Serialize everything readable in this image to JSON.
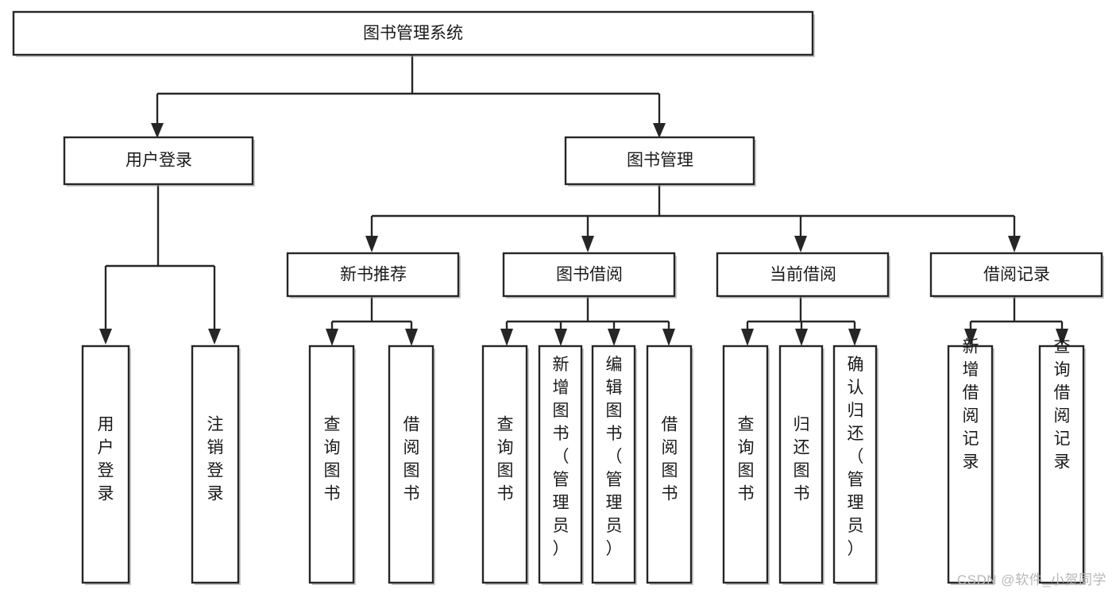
{
  "diagram": {
    "title": "图书管理系统",
    "type": "tree-hierarchy",
    "background_color": "#ffffff",
    "line_color": "#262626",
    "box_fill": "#ffffff",
    "nodes": {
      "root": {
        "label": "图书管理系统"
      },
      "level1": [
        {
          "id": "user-login",
          "label": "用户登录"
        },
        {
          "id": "book-management",
          "label": "图书管理"
        }
      ],
      "level2": [
        {
          "id": "new-book-recommend",
          "label": "新书推荐"
        },
        {
          "id": "book-borrow",
          "label": "图书借阅"
        },
        {
          "id": "current-borrow",
          "label": "当前借阅"
        },
        {
          "id": "borrow-record",
          "label": "借阅记录"
        }
      ],
      "leaves": {
        "user-login": [
          {
            "id": "leaf-user-login",
            "label": "用户登录"
          },
          {
            "id": "leaf-user-logout",
            "label": "注销登录"
          }
        ],
        "new-book-recommend": [
          {
            "id": "leaf-query-book-1",
            "label": "查询图书"
          },
          {
            "id": "leaf-borrow-book-1",
            "label": "借阅图书"
          }
        ],
        "book-borrow": [
          {
            "id": "leaf-query-book-2",
            "label": "查询图书"
          },
          {
            "id": "leaf-add-book",
            "label": "新增图书（管理员）"
          },
          {
            "id": "leaf-edit-book",
            "label": "编辑图书（管理员）"
          },
          {
            "id": "leaf-borrow-book-2",
            "label": "借阅图书"
          }
        ],
        "current-borrow": [
          {
            "id": "leaf-query-book-3",
            "label": "查询图书"
          },
          {
            "id": "leaf-return-book",
            "label": "归还图书"
          },
          {
            "id": "leaf-confirm-return",
            "label": "确认归还（管理员）"
          }
        ],
        "borrow-record": [
          {
            "id": "leaf-add-record",
            "label": "新增借阅记录"
          },
          {
            "id": "leaf-query-record",
            "label": "查询借阅记录"
          }
        ]
      }
    }
  },
  "watermark": {
    "text": "CSDN @软件_小贺同学"
  }
}
